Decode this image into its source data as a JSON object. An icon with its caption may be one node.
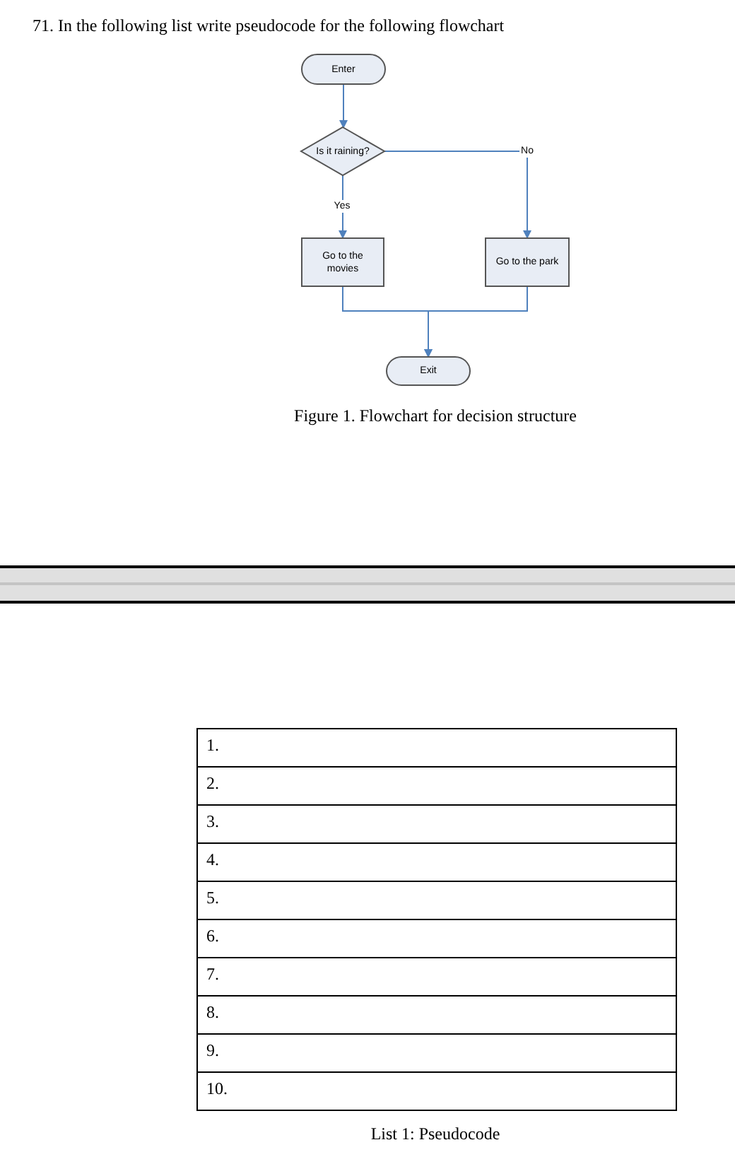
{
  "diagram": {
    "title": "71. In the following list write pseudocode for the following flowchart",
    "caption": "Figure 1. Flowchart for decision structure",
    "nodes": [
      {
        "text": [
          "Enter"
        ]
      },
      {
        "text": [
          "Is it raining?"
        ]
      },
      {
        "text": [
          "Go to the movies"
        ]
      },
      {
        "text": [
          "Go to the park"
        ]
      },
      {
        "text": [
          "Exit"
        ]
      },
      {
        "text": [],
        "shape": "bar"
      }
    ],
    "edges": [
      {
        "from": 0,
        "to": 1,
        "arrow": "to"
      },
      {
        "from": 1,
        "to": 2,
        "arrow": "to",
        "label": "Yes"
      },
      {
        "from": 1,
        "to": 3,
        "arrow": "to",
        "label": "No"
      },
      {
        "from": 2,
        "to": 4,
        "arrow": "to"
      },
      {
        "from": 3,
        "to": 4,
        "arrow": "to"
      }
    ],
    "labels": [
      "1.",
      "2.",
      "3.",
      "4.",
      "5.",
      "6.",
      "7.",
      "8.",
      "9.",
      "10.",
      "List 1: Pseudocode"
    ]
  }
}
